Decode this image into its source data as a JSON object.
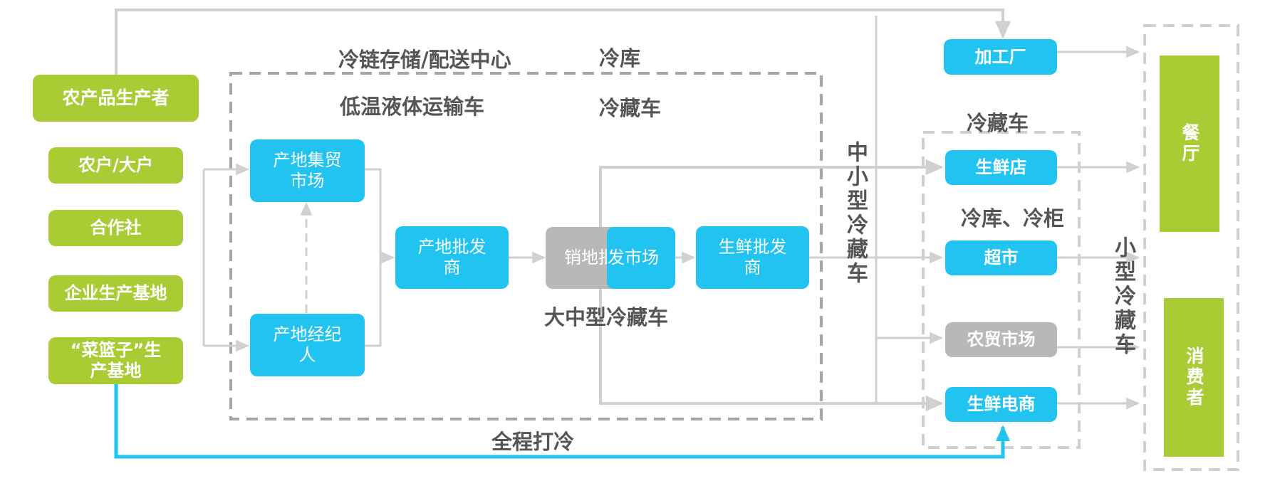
{
  "colors": {
    "producer_green": "#a9cc34",
    "node_blue": "#21c4f0",
    "node_gray": "#b8b8b8",
    "arrow_gray": "#d0d0d0",
    "coldchain_blue": "#21c4f0",
    "label_gray": "#555555"
  },
  "producers": {
    "agri_producer": "农产品生产者",
    "farmers": "农户/大户",
    "cooperative": "合作社",
    "enterprise_base": "企业生产基地",
    "basket_base_line1": "“菜篮子”生",
    "basket_base_line2": "产基地"
  },
  "nodes": {
    "origin_market_line1": "产地集贸",
    "origin_market_line2": "市场",
    "origin_broker_line1": "产地经纪",
    "origin_broker_line2": "人",
    "origin_wholesaler_line1": "产地批发",
    "origin_wholesaler_line2": "商",
    "sales_market_part1": "销地批",
    "sales_market_part2": "发市场",
    "fresh_wholesaler_line1": "生鲜批发",
    "fresh_wholesaler_line2": "商",
    "processing_plant": "加工厂",
    "fresh_store": "生鲜店",
    "supermarket": "超市",
    "farmers_market": "农贸市场",
    "fresh_ecommerce": "生鲜电商",
    "restaurant": "餐厅",
    "consumer": "消费者"
  },
  "labels": {
    "cold_storage_center": "冷链存储/配送中心",
    "cold_warehouse_top": "冷库",
    "low_temp_liquid_truck": "低温液体运输车",
    "refrigerated_truck_mid": "冷藏车",
    "refrigerated_truck_right": "冷藏车",
    "cold_storage_cabinet": "冷库、冷柜",
    "large_medium_truck": "大中型冷藏车",
    "small_medium_truck": "中小型冷藏车",
    "small_truck": "小型冷藏车",
    "whole_process_cooling": "全程打冷"
  }
}
